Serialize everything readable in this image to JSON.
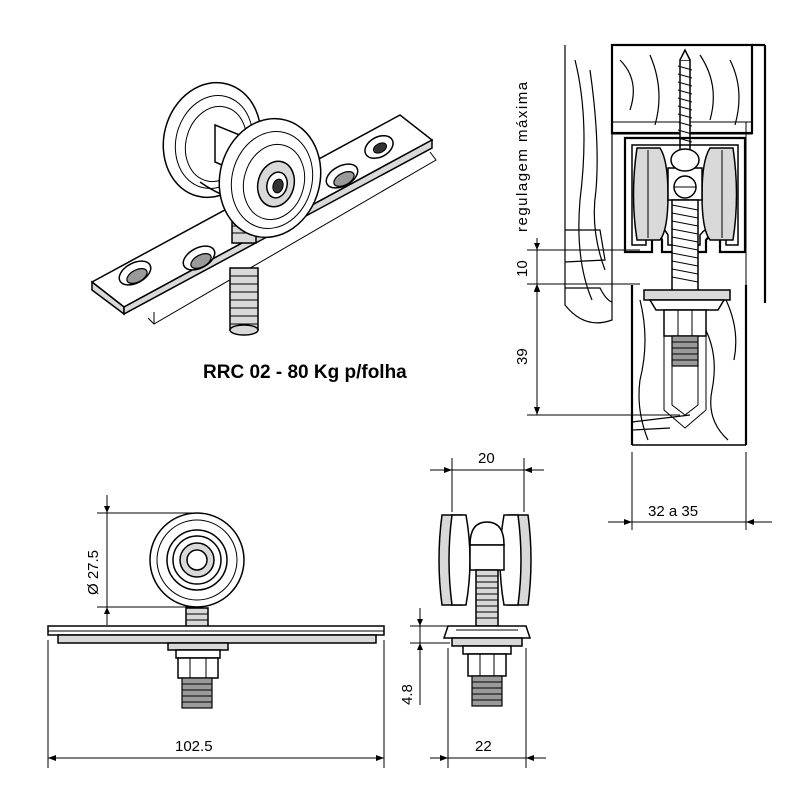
{
  "title": "RRC 02 - 80 Kg p/folha",
  "dimensions": {
    "regulagem_label": "regulagem máxima",
    "gap_top": "10",
    "height": "39",
    "door_thickness": "32 a 35",
    "wheel_width": "20",
    "wheel_diameter": "Ø 27.5",
    "plate_length": "102.5",
    "plate_gap": "4.8",
    "plate_width": "22"
  }
}
